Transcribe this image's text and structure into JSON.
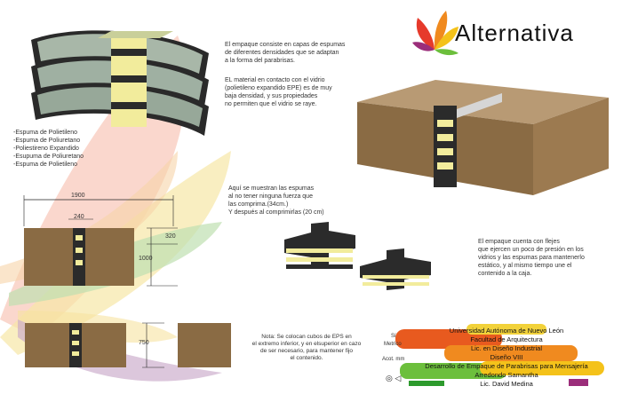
{
  "logo": {
    "text": "Alternativa"
  },
  "intro": {
    "p1": "El empaque consiste en capas de espumas\nde diferentes densidades que se adaptan\na la forma del parabrisas.",
    "p2": "EL material en contacto con el vidrio\n(polietileno expandido EPE) es de muy\nbaja densidad, y sus propiedades\nno permiten que el vidrio se raye."
  },
  "layers": [
    "-Espuma de Polietileno",
    "-Espuma de Poliuretano",
    "-Poliestireno Expandido",
    "-Esupuma de Poliuretano",
    "-Espuma de Polietileno"
  ],
  "foam_note": "Aquí se muestran las espumas\nal no tener ninguna fuerza que\nlas comprima.(34cm.)\nY después al comprimirlas (20 cm)",
  "strap_note": "El empaque cuenta con flejes\nque ejercen un poco de presión en los\nvidrios y las espumas para mantenerlo\nestático, y al mismo tiempo une el\ncontenido a la caja.",
  "nota": "Nota: Se colocan cubos de EPS en\nel extremo inferior, y en elsuperior en cazo\nde ser necesario, para mantener fijo\nel contenido.",
  "dims": {
    "width": "1900",
    "gap": "240",
    "height": "1000",
    "top": "320",
    "bottom": "750"
  },
  "footer": {
    "metric_top": "Sí",
    "metric": "Metrico",
    "acot": "Acot. mm",
    "lines": [
      "Universidad Autónoma de Nuevo León",
      "Facultad de Arquitectura",
      "Lic. en Diseño Industrial",
      "Diseño VIII",
      "Desarrollo de Empaque de Parabrisas para Mensajería",
      "Arredondo Samantha",
      "Lic. David Medina"
    ]
  },
  "colors": {
    "cardboard": "#8a6b44",
    "foam_dark": "#2b2b2b",
    "foam_light": "#f2ec9c",
    "glass": "#9fb0a2"
  }
}
